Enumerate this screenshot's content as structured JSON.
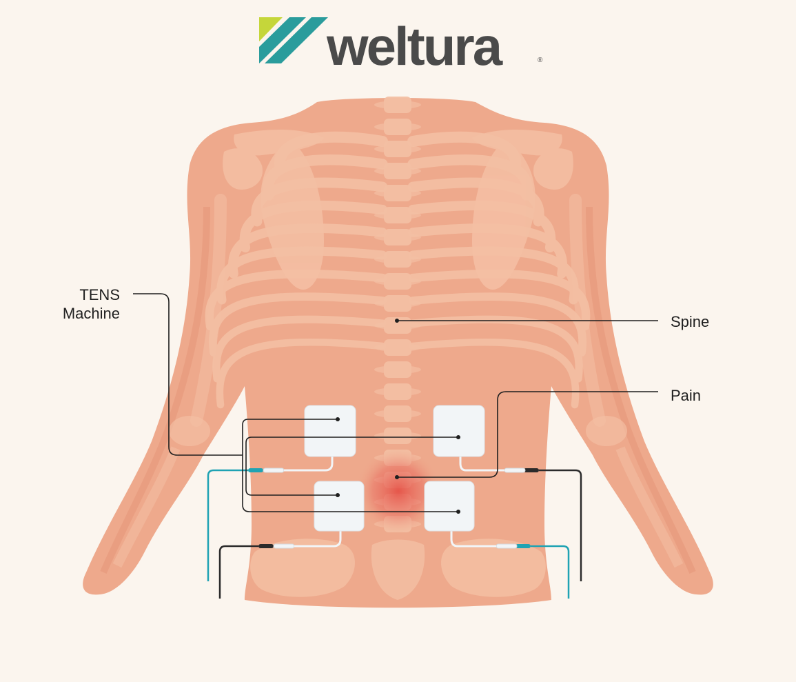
{
  "brand": {
    "name": "weltura",
    "registered_mark": "®",
    "colors": {
      "lime": "#c5d63a",
      "teal": "#2a9c9c",
      "gray": "#4a4a4a"
    }
  },
  "labels": {
    "tens_line1": "TENS",
    "tens_line2": "Machine",
    "spine": "Spine",
    "pain": "Pain"
  },
  "colors": {
    "background": "#fbf5ee",
    "body": "#eea98c",
    "bone": "#f4c0a4",
    "pain": "#e45a4f",
    "pad": "#f2f5f7",
    "lead_teal": "#1fa3b3",
    "lead_black": "#2b2b2b"
  }
}
